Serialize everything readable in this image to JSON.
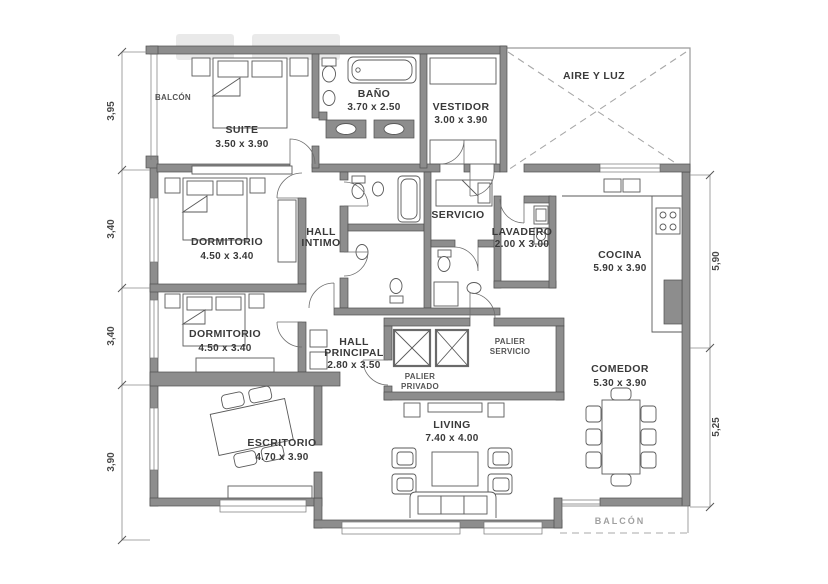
{
  "plan": {
    "type": "apartment-floor-plan",
    "wall_color": "#8d8d8d",
    "wall_stroke_color": "#4f4f4f",
    "line_color": "#5a5a5a",
    "text_color": "#3a3a3a",
    "muted_text_color": "#a0a0a0",
    "background_color": "#ffffff"
  },
  "rooms": {
    "balcon_top": {
      "name": "BALCÓN"
    },
    "suite": {
      "name": "SUITE",
      "dims": "3.50 x 3.90"
    },
    "bano": {
      "name": "BAÑO",
      "dims": "3.70 x 2.50"
    },
    "vestidor": {
      "name": "VESTIDOR",
      "dims": "3.00 x 3.90"
    },
    "aire_y_luz": {
      "name": "AIRE Y LUZ"
    },
    "dormitorio_1": {
      "name": "DORMITORIO",
      "dims": "4.50 x 3.40"
    },
    "hall_intimo": {
      "line1": "HALL",
      "line2": "INTIMO"
    },
    "servicio": {
      "name": "SERVICIO"
    },
    "lavadero": {
      "name": "LAVADERO",
      "dims": "2.00 X 3.00"
    },
    "cocina": {
      "name": "COCINA",
      "dims": "5.90 x 3.90"
    },
    "dormitorio_2": {
      "name": "DORMITORIO",
      "dims": "4.50 x 3.40"
    },
    "hall_principal": {
      "line1": "HALL",
      "line2": "PRINCIPAL",
      "dims": "2.80 x 3.50"
    },
    "palier_privado": {
      "line1": "PALIER",
      "line2": "PRIVADO"
    },
    "palier_servicio": {
      "line1": "PALIER",
      "line2": "SERVICIO"
    },
    "comedor": {
      "name": "COMEDOR",
      "dims": "5.30 x 3.90"
    },
    "living": {
      "name": "LIVING",
      "dims": "7.40 x 4.00"
    },
    "escritorio": {
      "name": "ESCRITORIO",
      "dims": "4.70 x 3.90"
    },
    "balcon_bottom": {
      "name": "BALCÓN"
    }
  },
  "dimensions": {
    "left": [
      "3,95",
      "3,40",
      "3,40",
      "3,90"
    ],
    "right": [
      "5,90",
      "5,25"
    ]
  }
}
